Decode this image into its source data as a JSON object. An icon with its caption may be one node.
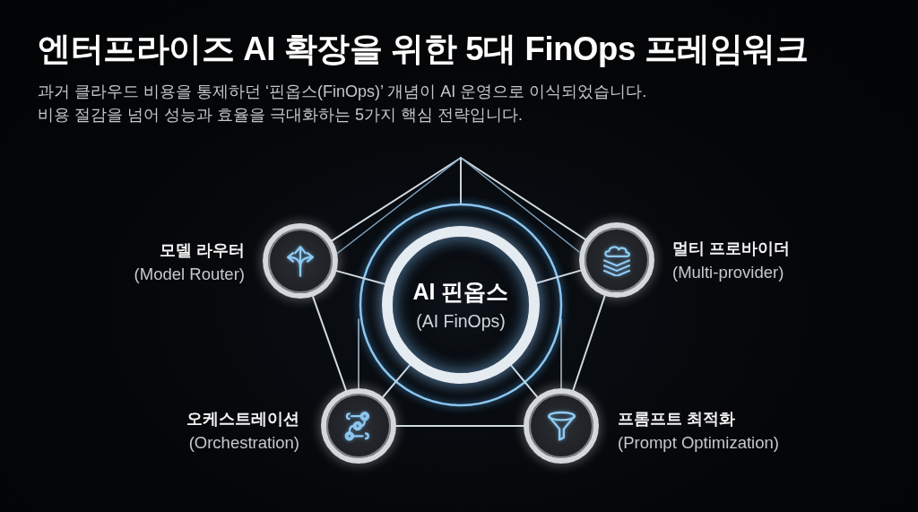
{
  "diagram": {
    "title": "엔터프라이즈 AI 확장을 위한 5대 FinOps 프레임워크",
    "nodes": [
      {
        "text": [
          "AI 핀옵스",
          "(AI FinOps)"
        ]
      },
      {
        "text": [],
        "shape": "circle",
        "beside": [
          "모델 라우터",
          "(Model Router)"
        ]
      },
      {
        "text": [],
        "shape": "circle",
        "beside": [
          "멀티 프로바이더",
          "(Multi-provider)"
        ]
      },
      {
        "text": [],
        "shape": "circle",
        "beside": [
          "오케스트레이션",
          "(Orchestration)"
        ]
      },
      {
        "text": [],
        "shape": "circle",
        "beside": [
          "프롬프트 최적화",
          "(Prompt Optimization)"
        ]
      }
    ],
    "edges": [
      {
        "from": 0,
        "to": 1,
        "arrow": "none"
      },
      {
        "from": 0,
        "to": 2,
        "arrow": "none"
      },
      {
        "from": 0,
        "to": 3,
        "arrow": "none"
      },
      {
        "from": 0,
        "to": 4,
        "arrow": "none"
      },
      {
        "from": 1,
        "to": 3,
        "arrow": "none"
      },
      {
        "from": 3,
        "to": 4,
        "arrow": "none"
      },
      {
        "from": 2,
        "to": 4,
        "arrow": "none"
      }
    ],
    "labels": [
      "과거 클라우드 비용을 통제하던 ‘핀옵스(FinOps)’ 개념이 AI 운영으로 이식되었습니다.",
      "비용 절감을 넘어 성능과 효율을 극대화하는 5가지 핵심 전략입니다."
    ]
  }
}
